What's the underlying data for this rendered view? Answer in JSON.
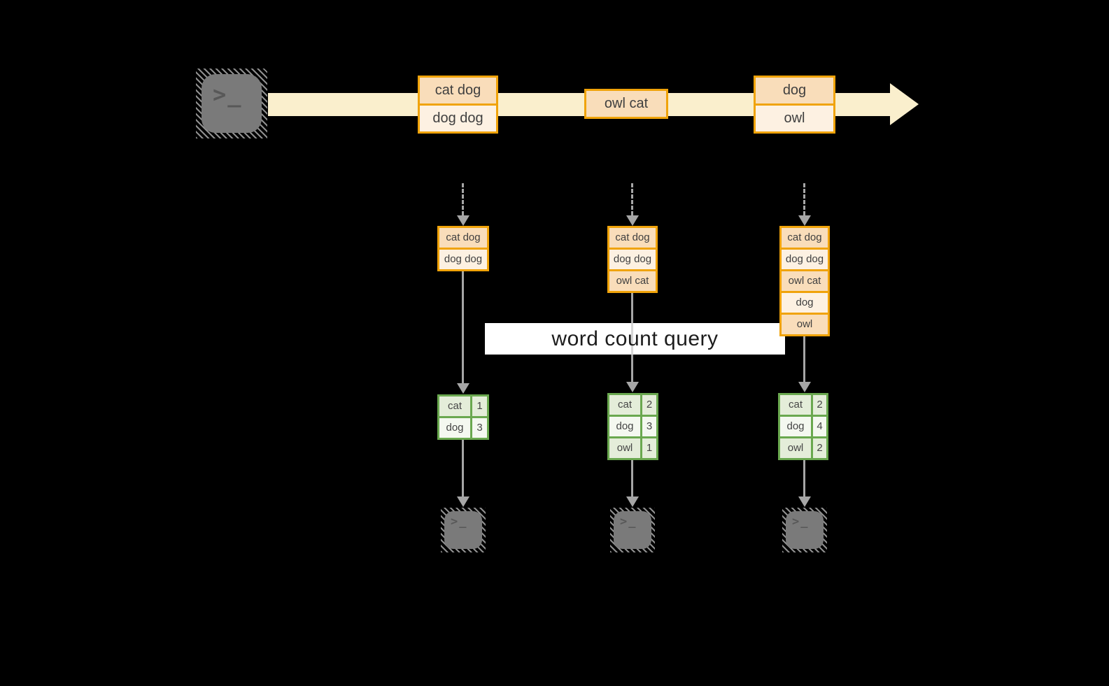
{
  "diagram": {
    "query_label": "word count query",
    "terminal_glyph": ">_"
  },
  "stream": {
    "events": [
      {
        "rows": [
          "cat dog",
          "dog dog"
        ]
      },
      {
        "rows": [
          "owl cat"
        ]
      },
      {
        "rows": [
          "dog",
          "owl"
        ]
      }
    ]
  },
  "states": [
    {
      "rows": [
        "cat dog",
        "dog dog"
      ]
    },
    {
      "rows": [
        "cat dog",
        "dog dog",
        "owl cat"
      ]
    },
    {
      "rows": [
        "cat dog",
        "dog dog",
        "owl cat",
        "dog",
        "owl"
      ]
    }
  ],
  "counts": [
    {
      "rows": [
        {
          "word": "cat",
          "count": "1"
        },
        {
          "word": "dog",
          "count": "3"
        }
      ]
    },
    {
      "rows": [
        {
          "word": "cat",
          "count": "2"
        },
        {
          "word": "dog",
          "count": "3"
        },
        {
          "word": "owl",
          "count": "1"
        }
      ]
    },
    {
      "rows": [
        {
          "word": "cat",
          "count": "2"
        },
        {
          "word": "dog",
          "count": "4"
        },
        {
          "word": "owl",
          "count": "2"
        }
      ]
    }
  ],
  "colors": {
    "background": "#000000",
    "stream_fill": "#FAEFCD",
    "event_border": "#F0A30A",
    "event_fill_dark": "#F9DDBA",
    "event_fill_light": "#FDF1E2",
    "table_border": "#6AA84F",
    "table_fill_dark": "#E4EDD9",
    "table_fill_light": "#F4F8F0",
    "arrow_gray": "#A6A6A6",
    "terminal_gray": "#7A7A7A",
    "banner_bg": "#FFFFFF",
    "text": "#3F3F3F"
  }
}
